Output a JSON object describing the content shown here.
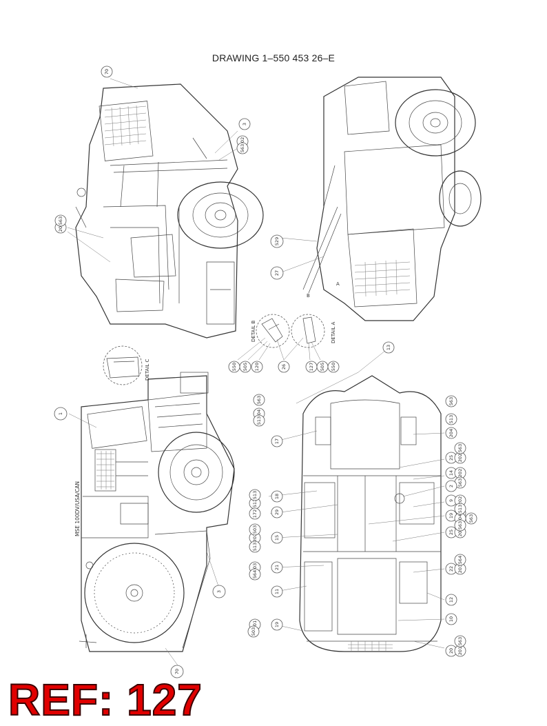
{
  "drawing_title": "DRAWING 1–550 453 26–E",
  "ref_label": "REF: 127",
  "details": {
    "a": "DETAIL A",
    "b": "DETAIL B",
    "c": "DETAIL C"
  },
  "model_label": "MSE 100DV/USA/CAN",
  "views": {
    "top_left": {
      "callouts": [
        "70",
        "3",
        "202",
        "563",
        "201",
        "563"
      ]
    },
    "top_right": {
      "callouts": [
        "529",
        "27"
      ],
      "markers": [
        "A",
        "B"
      ]
    },
    "detail_callouts": [
      "550",
      "505",
      "120",
      "26",
      "127",
      "505",
      "550",
      "13"
    ],
    "bottom_left": {
      "callouts": [
        "1",
        "3",
        "70"
      ]
    },
    "bottom_right": {
      "left_callouts": [
        "17",
        "204",
        "513",
        "563",
        "18",
        "29",
        "512",
        "513",
        "172",
        "15",
        "202",
        "503",
        "513",
        "21",
        "203",
        "564",
        "11",
        "19",
        "201",
        "503"
      ],
      "right_callouts": [
        "204",
        "513",
        "563",
        "25",
        "202",
        "563",
        "14",
        "202",
        "563",
        "2",
        "9",
        "202",
        "203",
        "19",
        "204",
        "513",
        "563",
        "25",
        "202",
        "563",
        "22",
        "203",
        "564",
        "12",
        "10",
        "20",
        "201",
        "563"
      ]
    }
  }
}
